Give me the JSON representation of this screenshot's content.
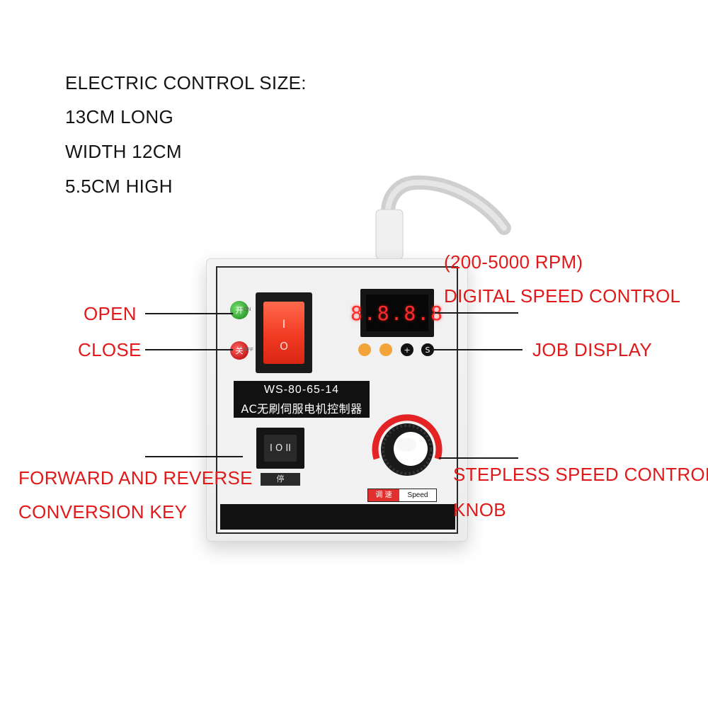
{
  "specs": {
    "heading": "ELECTRIC CONTROL SIZE:",
    "length": "13CM LONG",
    "width": "WIDTH 12CM",
    "height": "5.5CM HIGH"
  },
  "callouts": {
    "open": "OPEN",
    "close": "CLOSE",
    "rpm_range": "(200-5000 RPM)",
    "digital_speed": "DIGITAL SPEED CONTROL",
    "job_display": "JOB DISPLAY",
    "forward_reverse_1": "FORWARD AND REVERSE",
    "forward_reverse_2": "CONVERSION KEY",
    "stepless_1": "STEPLESS SPEED CONTROL",
    "stepless_2": "KNOB"
  },
  "device": {
    "led_on_char": "开",
    "led_on_tag": "ON",
    "led_off_char": "关",
    "led_off_tag": "OFF",
    "rocker_on": "I",
    "rocker_off": "O",
    "display_value": "8.8.8.8",
    "button_plus": "+",
    "button_set": "S",
    "model": "WS-80-65-14",
    "model_desc": "AC无刷伺服电机控制器",
    "direction_switch": "I O II",
    "stop_label": "停",
    "speed_cn": "调 速",
    "speed_en": "Speed"
  },
  "colors": {
    "callout_red": "#e01a1a",
    "rocker_red": "#f13a22",
    "led_green": "#2e9f2a",
    "led_red": "#c81a1a",
    "indicator_orange": "#f2a43a"
  }
}
